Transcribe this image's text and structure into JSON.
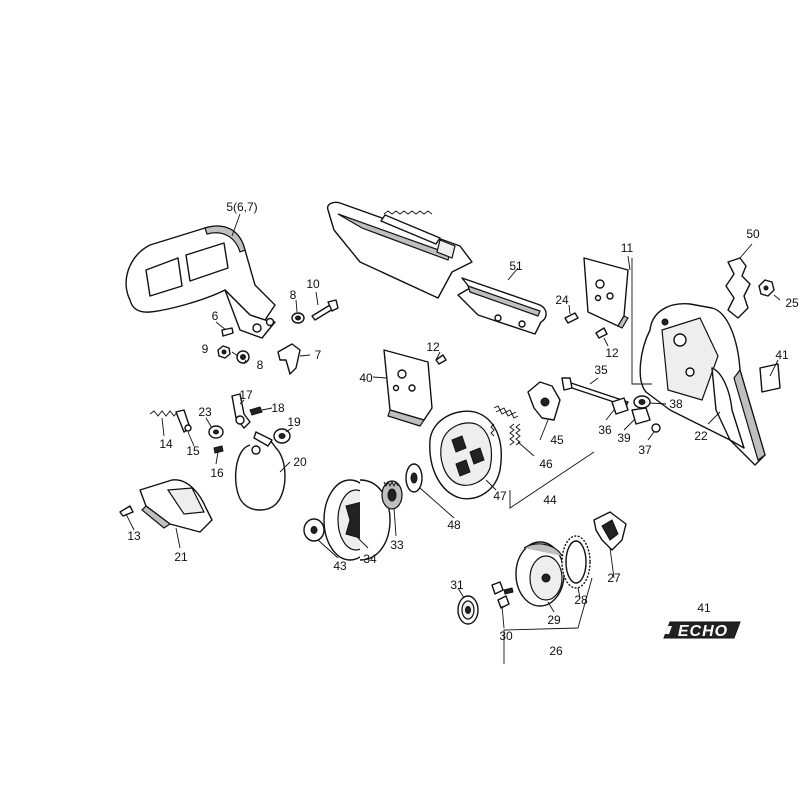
{
  "diagram": {
    "callouts": {
      "c5": "5(6,7)",
      "c6": "6",
      "c7": "7",
      "c8a": "8",
      "c8b": "8",
      "c9": "9",
      "c10": "10",
      "c11": "11",
      "c12a": "12",
      "c12b": "12",
      "c13": "13",
      "c14": "14",
      "c15": "15",
      "c16": "16",
      "c17": "17",
      "c18": "18",
      "c19": "19",
      "c20": "20",
      "c21": "21",
      "c22": "22",
      "c23": "23",
      "c24": "24",
      "c25": "25",
      "c26": "26",
      "c27": "27",
      "c28": "28",
      "c29": "29",
      "c30": "30",
      "c31": "31",
      "c33": "33",
      "c34": "34",
      "c35": "35",
      "c36": "36",
      "c37": "37",
      "c38": "38",
      "c39": "39",
      "c40": "40",
      "c41a": "41",
      "c41b": "41",
      "c43": "43",
      "c44": "44",
      "c45": "45",
      "c46": "46",
      "c47": "47",
      "c48": "48",
      "c50": "50",
      "c51": "51"
    },
    "logo_text": "ECHO"
  }
}
